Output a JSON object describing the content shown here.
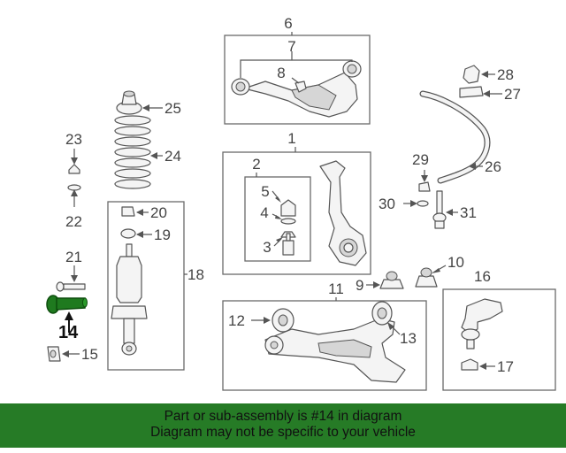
{
  "callouts": {
    "p1": "1",
    "p2": "2",
    "p3": "3",
    "p4": "4",
    "p5": "5",
    "p6": "6",
    "p7": "7",
    "p8": "8",
    "p9": "9",
    "p10": "10",
    "p11": "11",
    "p12": "12",
    "p13": "13",
    "p14": "14",
    "p15": "15",
    "p16": "16",
    "p17": "17",
    "p18": "18",
    "p19": "19",
    "p20": "20",
    "p21": "21",
    "p22": "22",
    "p23": "23",
    "p24": "24",
    "p25": "25",
    "p26": "26",
    "p27": "27",
    "p28": "28",
    "p29": "29",
    "p30": "30",
    "p31": "31"
  },
  "highlight": {
    "part": "14",
    "color": "#1f7a1f"
  },
  "footer": {
    "line1": "Part or sub-assembly is #14 in diagram",
    "line2": "Diagram may not be specific to your vehicle",
    "background": "#267b26"
  }
}
